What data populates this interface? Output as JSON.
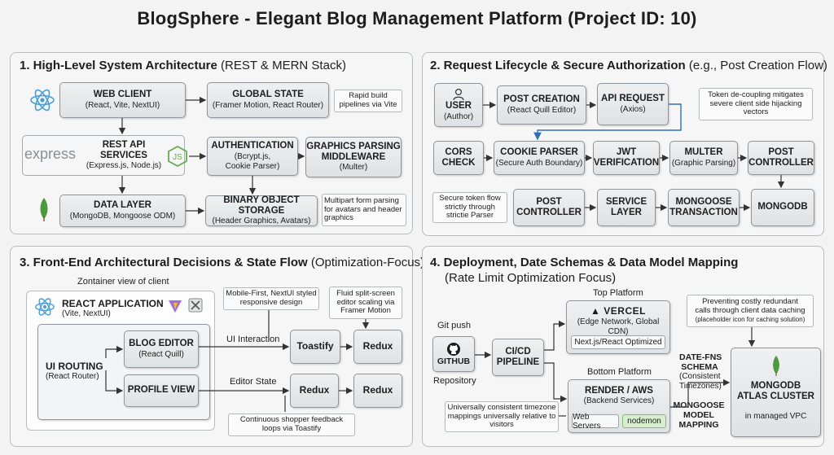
{
  "title": "BlogSphere - Elegant Blog Management Platform (Project ID: 10)",
  "panel1": {
    "heading_bold": "1. High-Level System Architecture",
    "heading_rest": " (REST & MERN Stack)",
    "express_logo": "express",
    "js_logo": "JS",
    "web_client": {
      "title": "WEB CLIENT",
      "sub": "(React, Vite, NextUI)"
    },
    "global_state": {
      "title": "GLOBAL STATE",
      "sub": "(Framer Motion, React Router)"
    },
    "note_vite": "Rapid build pipelines via Vite",
    "rest_api": {
      "title": "REST API SERVICES",
      "sub": "(Express.js, Node.js)"
    },
    "authentication": {
      "title": "AUTHENTICATION",
      "sub1": "(Bcrypt.js,",
      "sub2": "Cookie Parser)"
    },
    "graphics": {
      "title1": "GRAPHICS PARSING",
      "title2": "MIDDLEWARE",
      "sub": "(Multer)"
    },
    "data_layer": {
      "title": "DATA LAYER",
      "sub": "(MongoDB, Mongoose ODM)"
    },
    "binary_storage": {
      "title": "BINARY OBJECT STORAGE",
      "sub": "(Header Graphics, Avatars)"
    },
    "note_multipart": "Multipart form parsing for avatars and header graphics"
  },
  "panel2": {
    "heading_bold": "2. Request Lifecycle & Secure Authorization",
    "heading_rest": " (e.g., Post Creation Flow)",
    "user": {
      "title": "USER",
      "sub": "(Author)"
    },
    "post_creation": {
      "title": "POST CREATION",
      "sub": "(React Quill Editor)"
    },
    "api_request": {
      "title": "API REQUEST",
      "sub": "(Axios)"
    },
    "note_token": "Token de-coupling mitigates severe client side hijacking vectors",
    "cors": {
      "title1": "CORS",
      "title2": "CHECK"
    },
    "cookie_parser": {
      "title": "COOKIE PARSER",
      "sub": "(Secure Auth Boundary)"
    },
    "jwt": {
      "title1": "JWT",
      "title2": "VERIFICATION"
    },
    "multer": {
      "title": "MULTER",
      "sub": "(Graphic Parsing)"
    },
    "post_controller_top": {
      "title1": "POST",
      "title2": "CONTROLLER"
    },
    "note_secure_token": "Secure token flow strictly through strictie Parser",
    "post_controller_bottom": {
      "title1": "POST",
      "title2": "CONTROLLER"
    },
    "service_layer": {
      "title1": "SERVICE",
      "title2": "LAYER"
    },
    "mongoose_tx": {
      "title1": "MONGOOSE",
      "title2": "TRANSACTION"
    },
    "mongodb": {
      "title": "MONGODB"
    }
  },
  "panel3": {
    "heading_bold": "3. Front-End Architectural Decisions & State Flow",
    "heading_rest": " (Optimization-Focus)",
    "container_label": "Zontainer view of client",
    "react_app": {
      "title": "REACT APPLICATION",
      "sub": "(Vite, NextUI)"
    },
    "ui_routing": {
      "title": "UI ROUTING",
      "sub": "(React Router)"
    },
    "blog_editor": {
      "title": "BLOG EDITOR",
      "sub": "(React Quill)"
    },
    "profile_view": {
      "title": "PROFILE VIEW"
    },
    "note_mobile": "Mobile-First, NextUI styled responsive design",
    "note_fluid": "Fluid split-screen editor scaling via Framer Motion",
    "label_ui_interaction": "UI Interaction",
    "label_editor_state": "Editor State",
    "toastify": "Toastify",
    "redux1": "Redux",
    "redux2": "Redux",
    "redux3": "Redux",
    "note_continuous": "Continuous shopper feedback loops via Toastify"
  },
  "panel4": {
    "heading_bold": "4. Deployment, Date Schemas & Data Model Mapping",
    "heading_line2": "(Rate Limit Optimization Focus)",
    "git_push": "Git push",
    "github": "GITHUB",
    "repository": "Repository",
    "cicd": {
      "title1": "CI/CD",
      "title2": "PIPELINE"
    },
    "top_platform": "Top Platform",
    "vercel": {
      "title": "VERCEL",
      "sub": "(Edge Network, Global CDN)",
      "chip": "Next.js/React Optimized"
    },
    "bottom_platform": "Bottom Platform",
    "render": {
      "title": "RENDER / AWS",
      "sub": "(Backend Services)",
      "chip1": "Web Servers",
      "chip2": "nodemon"
    },
    "note_universal": "Universally consistent timezone mappings universally relative to visitors",
    "date_fns": {
      "t1": "DATE-FNS",
      "t2": "SCHEMA",
      "t3": "(Consistent",
      "t4": "Timezones)"
    },
    "mongoose_map": {
      "t1": "MONGOOSE",
      "t2": "MODEL",
      "t3": "MAPPING"
    },
    "note_preventing": {
      "l1": "Preventing costly redundant",
      "l2": "calls through client data caching",
      "l3": "(placeholder icon for caching solution)"
    },
    "atlas": {
      "t1": "MONGODB",
      "t2": "ATLAS CLUSTER",
      "sub": "in managed VPC"
    }
  }
}
